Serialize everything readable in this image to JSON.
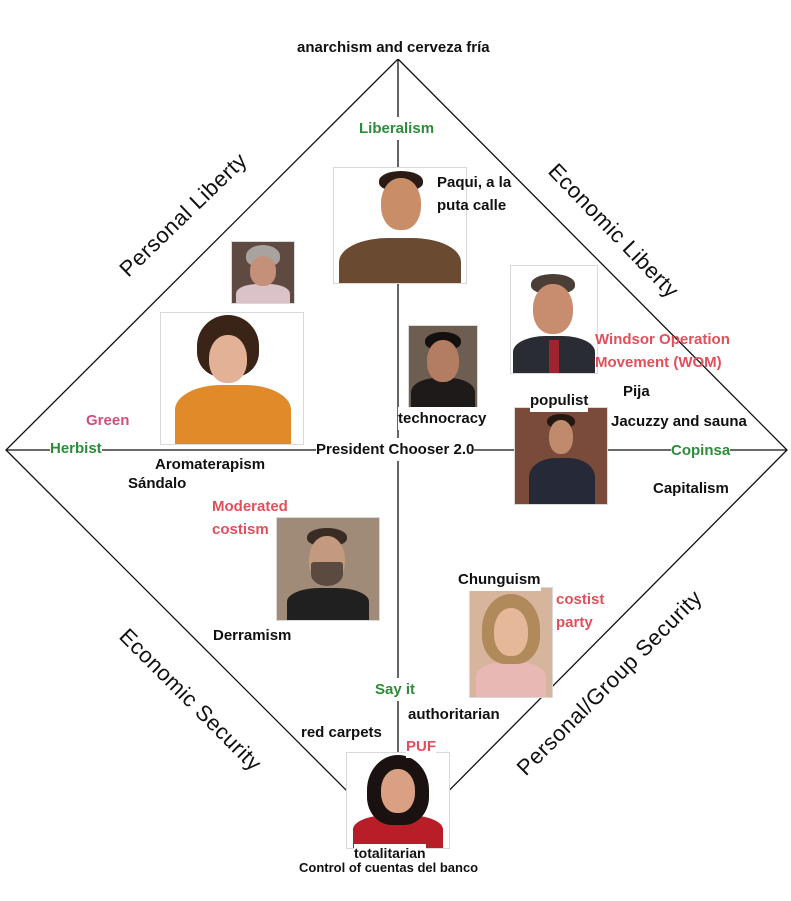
{
  "corners": {
    "top": "anarchism and cerveza fría",
    "bottom_1": "totalitarian",
    "bottom_2": "Control of cuentas del banco",
    "left": "Herbist",
    "right": "Copinsa"
  },
  "axes": {
    "personal_liberty": "Personal Liberty",
    "economic_liberty": "Economic Liberty",
    "economic_security": "Economic Security",
    "personal_group_security": "Personal/Group Security"
  },
  "center": "President Chooser 2.0",
  "labels": {
    "liberalism": "Liberalism",
    "paqui": "Paqui, a la puta calle",
    "windsor": "Windsor Operation Movement (WOM)",
    "pija": "Pija",
    "populist": "populist",
    "jacuzzy": "Jacuzzy and sauna",
    "capitalism": "Capitalism",
    "technocracy": "technocracy",
    "green": "Green",
    "aromaterapism": "Aromaterapism",
    "sandalo": "Sándalo",
    "moderated_costism": "Moderated costism",
    "derramism": "Derramism",
    "chunguism": "Chunguism",
    "costist_party": "costist party",
    "say_it": "Say it",
    "authoritarian": "authoritarian",
    "red_carpets": "red carpets",
    "puf": "PUF"
  },
  "colors": {
    "green": "#2e8b3a",
    "red": "#e0505a",
    "pink": "#d0507a",
    "text": "#111111"
  },
  "photos": [
    "man-brown-shirt-photo",
    "older-man-photo",
    "woman-orange-scarf-photo",
    "man-dark-jacket-photo",
    "man-suit-red-tie-photo",
    "man-speaking-suit-photo",
    "bearded-man-photo",
    "blonde-woman-photo",
    "dark-haired-woman-photo"
  ]
}
